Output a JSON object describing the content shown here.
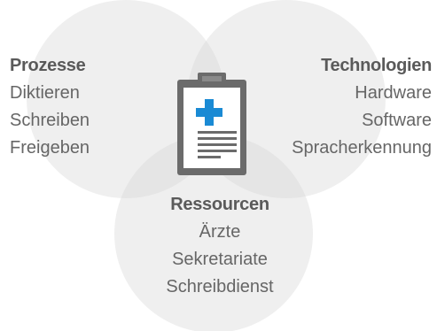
{
  "colors": {
    "circle_fill": "#d8d8d8",
    "circle_opacity": 0.4,
    "text": "#666666",
    "clipboard_frame": "#6b6b6b",
    "clipboard_paper": "#ffffff",
    "cross": "#1a8ad4",
    "lines": "#6b6b6b"
  },
  "central_icon": "medical-clipboard-icon",
  "circles": [
    {
      "id": "prozesse",
      "heading": "Prozesse",
      "items": [
        "Diktieren",
        "Schreiben",
        "Freigeben"
      ]
    },
    {
      "id": "technologien",
      "heading": "Technologien",
      "items": [
        "Hardware",
        "Software",
        "Spracherkennung"
      ]
    },
    {
      "id": "ressourcen",
      "heading": "Ressourcen",
      "items": [
        "Ärzte",
        "Sekretariate",
        "Schreibdienst"
      ]
    }
  ]
}
